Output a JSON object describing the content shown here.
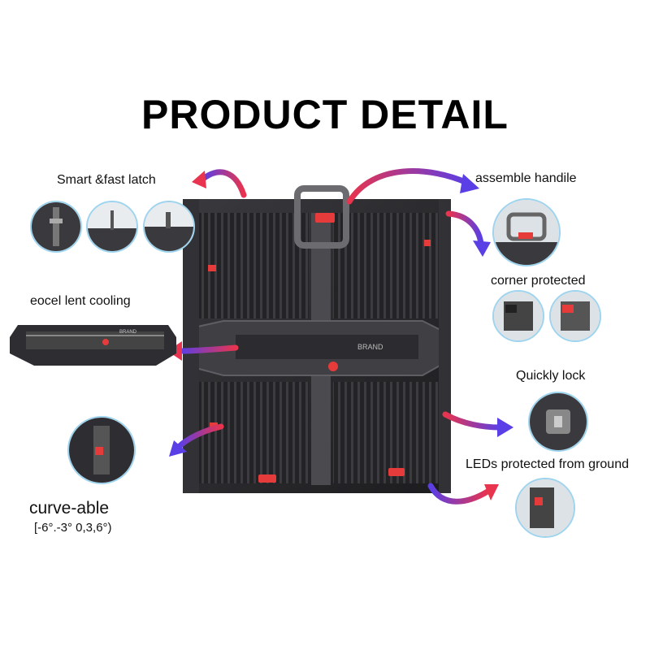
{
  "title": "PRODUCT DETAIL",
  "labels": {
    "latch": "Smart &fast latch",
    "cooling": "eocel lent cooling",
    "curve": "curve-able",
    "curve_range": "[-6°.-3° 0,3,6°)",
    "handle": "assemble handile",
    "corner": "corner protected",
    "lock": "Quickly lock",
    "leds": "LEDs protected from ground"
  },
  "panel": {
    "brand_text": "BRAND",
    "brand_text_small": "BRAND"
  },
  "colors": {
    "arrow_start": "#e8344e",
    "arrow_end": "#5a3ee6",
    "panel_body": "#2b2b2e",
    "circle_border": "#9fd4ee",
    "accent_red": "#e53b3b"
  }
}
